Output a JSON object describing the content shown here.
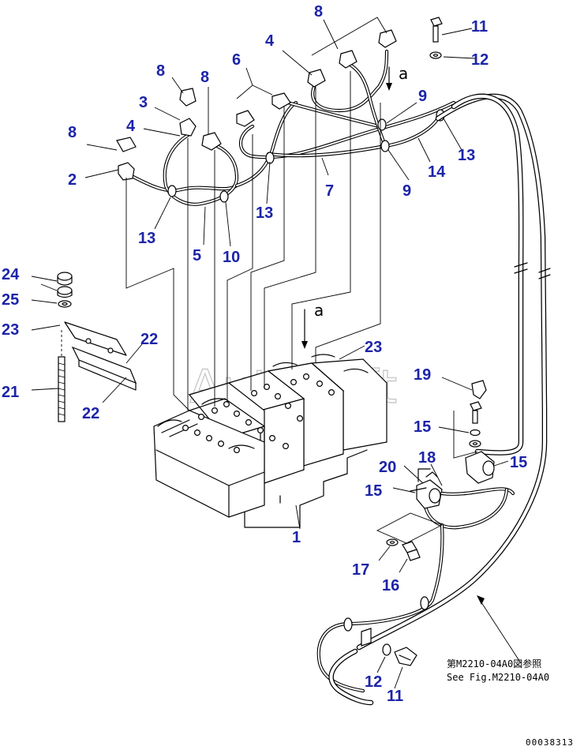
{
  "diagram": {
    "watermark": "AutoSoft",
    "document_number": "00038313",
    "reference_note": {
      "line1": "第M2210-04A0図参照",
      "line2": "See Fig.M2210-04A0"
    },
    "view_marker": "a",
    "callouts": [
      {
        "id": "c1",
        "label": "1"
      },
      {
        "id": "c2",
        "label": "2"
      },
      {
        "id": "c3",
        "label": "3"
      },
      {
        "id": "c4a",
        "label": "4"
      },
      {
        "id": "c4b",
        "label": "4"
      },
      {
        "id": "c5",
        "label": "5"
      },
      {
        "id": "c6",
        "label": "6"
      },
      {
        "id": "c7",
        "label": "7"
      },
      {
        "id": "c8a",
        "label": "8"
      },
      {
        "id": "c8b",
        "label": "8"
      },
      {
        "id": "c8c",
        "label": "8"
      },
      {
        "id": "c8d",
        "label": "8"
      },
      {
        "id": "c9a",
        "label": "9"
      },
      {
        "id": "c9b",
        "label": "9"
      },
      {
        "id": "c10",
        "label": "10"
      },
      {
        "id": "c11a",
        "label": "11"
      },
      {
        "id": "c11b",
        "label": "11"
      },
      {
        "id": "c12a",
        "label": "12"
      },
      {
        "id": "c12b",
        "label": "12"
      },
      {
        "id": "c13a",
        "label": "13"
      },
      {
        "id": "c13b",
        "label": "13"
      },
      {
        "id": "c13c",
        "label": "13"
      },
      {
        "id": "c14",
        "label": "14"
      },
      {
        "id": "c15a",
        "label": "15"
      },
      {
        "id": "c15b",
        "label": "15"
      },
      {
        "id": "c15c",
        "label": "15"
      },
      {
        "id": "c16",
        "label": "16"
      },
      {
        "id": "c17",
        "label": "17"
      },
      {
        "id": "c18",
        "label": "18"
      },
      {
        "id": "c19",
        "label": "19"
      },
      {
        "id": "c20",
        "label": "20"
      },
      {
        "id": "c21",
        "label": "21"
      },
      {
        "id": "c22a",
        "label": "22"
      },
      {
        "id": "c22b",
        "label": "22"
      },
      {
        "id": "c23a",
        "label": "23"
      },
      {
        "id": "c23b",
        "label": "23"
      },
      {
        "id": "c24",
        "label": "24"
      },
      {
        "id": "c25",
        "label": "25"
      }
    ]
  }
}
